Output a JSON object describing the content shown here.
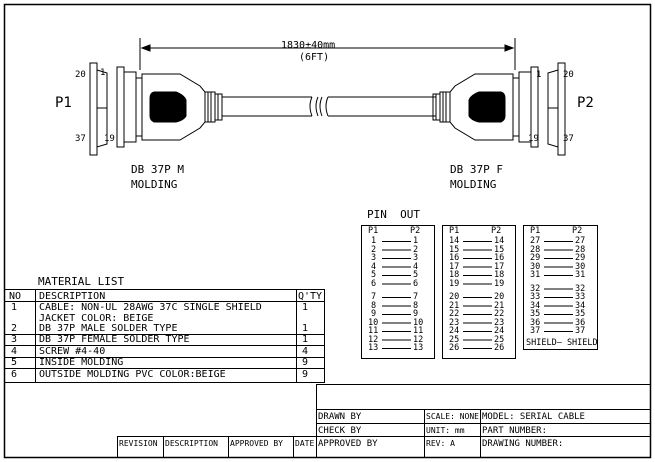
{
  "dimension": {
    "length": "1830±40mm",
    "length_ft": "(6FT)"
  },
  "p1": {
    "label": "P1",
    "pin_top": "20",
    "pin_top_right": "1",
    "pin_bottom": "37",
    "pin_bottom_right": "19"
  },
  "p2": {
    "label": "P2",
    "pin_top_left": "1",
    "pin_top": "20",
    "pin_bottom_left": "19",
    "pin_bottom": "37"
  },
  "left_connector": {
    "line1": "DB 37P M",
    "line2": "MOLDING"
  },
  "right_connector": {
    "line1": "DB 37P F",
    "line2": "MOLDING"
  },
  "pinout": {
    "title": "PIN  OUT",
    "boxes": [
      {
        "header_left": "P1",
        "header_right": "P2",
        "rows": [
          [
            "1",
            "1"
          ],
          [
            "2",
            "2"
          ],
          [
            "3",
            "3"
          ],
          [
            "4",
            "4"
          ],
          [
            "5",
            "5"
          ],
          [
            "6",
            "6"
          ],
          [
            "7",
            "7"
          ],
          [
            "8",
            "8"
          ],
          [
            "9",
            "9"
          ],
          [
            "10",
            "10"
          ],
          [
            "11",
            "11"
          ],
          [
            "12",
            "12"
          ],
          [
            "13",
            "13"
          ]
        ]
      },
      {
        "header_left": "P1",
        "header_right": "P2",
        "rows": [
          [
            "14",
            "14"
          ],
          [
            "15",
            "15"
          ],
          [
            "16",
            "16"
          ],
          [
            "17",
            "17"
          ],
          [
            "18",
            "18"
          ],
          [
            "19",
            "19"
          ],
          [
            "20",
            "20"
          ],
          [
            "21",
            "21"
          ],
          [
            "22",
            "22"
          ],
          [
            "23",
            "23"
          ],
          [
            "24",
            "24"
          ],
          [
            "25",
            "25"
          ],
          [
            "26",
            "26"
          ]
        ]
      },
      {
        "header_left": "P1",
        "header_right": "P2",
        "rows": [
          [
            "27",
            "27"
          ],
          [
            "28",
            "28"
          ],
          [
            "29",
            "29"
          ],
          [
            "30",
            "30"
          ],
          [
            "31",
            "31"
          ],
          [
            "32",
            "32"
          ],
          [
            "33",
            "33"
          ],
          [
            "34",
            "34"
          ],
          [
            "35",
            "35"
          ],
          [
            "36",
            "36"
          ],
          [
            "37",
            "37"
          ]
        ],
        "footer": "SHIELD— SHIELD"
      }
    ]
  },
  "material_list": {
    "title": "MATERIAL LIST",
    "headers": {
      "no": "NO",
      "description": "DESCRIPTION",
      "qty": "Q'TY"
    },
    "rows": [
      {
        "no": "1",
        "description": "CABLE: NON-UL 28AWG 37C SINGLE SHIELD",
        "qty": "1"
      },
      {
        "no": "",
        "description": "JACKET COLOR: BEIGE",
        "qty": ""
      },
      {
        "no": "2",
        "description": "DB 37P MALE SOLDER TYPE",
        "qty": "1"
      },
      {
        "no": "3",
        "description": "DB 37P FEMALE SOLDER TYPE",
        "qty": "1"
      },
      {
        "no": "4",
        "description": "SCREW #4-40",
        "qty": "4"
      },
      {
        "no": "5",
        "description": "INSIDE MOLDING",
        "qty": "9"
      },
      {
        "no": "6",
        "description": "OUTSIDE MOLDING PVC COLOR:BEIGE",
        "qty": "9"
      }
    ]
  },
  "title_block": {
    "drawn_by": "DRAWN BY",
    "check_by": "CHECK BY",
    "approved_by": "APPROVED BY",
    "scale": "SCALE: NONE",
    "unit": "UNIT: mm",
    "rev": "REV: A",
    "model": "MODEL: SERIAL CABLE",
    "part_number": "PART NUMBER:",
    "drawing_number": "DRAWING NUMBER:",
    "revision": "REVISION",
    "description": "DESCRIPTION",
    "approved_by_col": "APPROVED BY",
    "date": "DATE"
  }
}
